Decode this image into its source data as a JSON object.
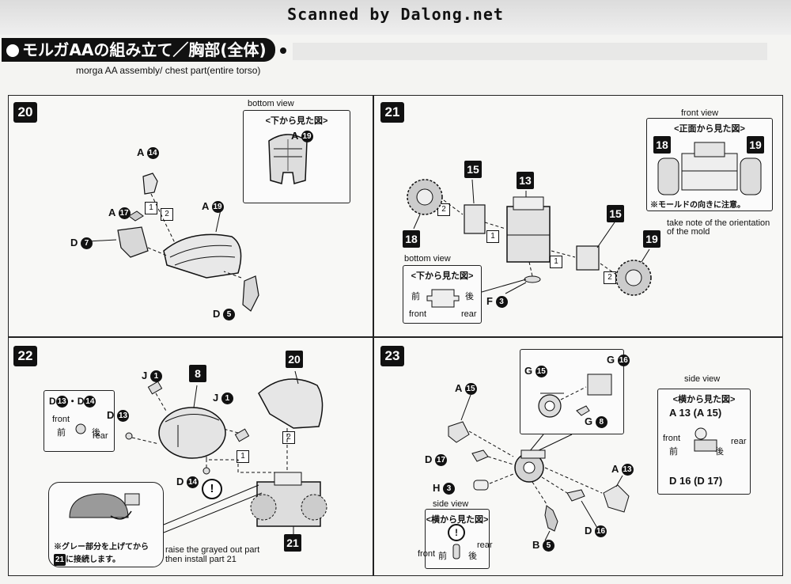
{
  "header": {
    "scan_credit": "Scanned by Dalong.net",
    "title_jp": "モルガAAの組み立て／胸部(全体)",
    "subtitle": "morga AA assembly/ chest part(entire torso)"
  },
  "steps": {
    "s20": {
      "number": "20",
      "bottom_view_en": "bottom view",
      "bottom_view_jp": "<下から見た図>",
      "inset_part": {
        "letter": "A",
        "num": "19"
      },
      "parts": [
        {
          "letter": "A",
          "num": "14"
        },
        {
          "letter": "A",
          "num": "17"
        },
        {
          "letter": "A",
          "num": "19"
        },
        {
          "letter": "D",
          "num": "7"
        },
        {
          "letter": "D",
          "num": "5"
        }
      ],
      "order": [
        "1",
        "2"
      ]
    },
    "s21": {
      "number": "21",
      "front_view_en": "front view",
      "front_view_jp": "<正面から見た図>",
      "mold_note_jp": "※モールドの向きに注意。",
      "mold_note_en": "take note of the orientation of the mold",
      "inset_parts": [
        "18",
        "19"
      ],
      "parts": [
        "15",
        "13",
        "18",
        "15",
        "19"
      ],
      "bottom_view_en": "bottom view",
      "bottom_view_jp": "<下から見た図>",
      "front_jp": "前",
      "rear_jp": "後",
      "front_en": "front",
      "rear_en": "rear",
      "f_part": {
        "letter": "F",
        "num": "3"
      },
      "order": [
        "2",
        "1",
        "1",
        "2"
      ]
    },
    "s22": {
      "number": "22",
      "inset_label": {
        "l1": "D",
        "n1": "13",
        "sep": "・",
        "l2": "D",
        "n2": "14"
      },
      "front_en": "front",
      "front_jp": "前",
      "rear_en": "rear",
      "rear_jp": "後",
      "parts": [
        {
          "letter": "J",
          "num": "1"
        },
        {
          "letter": "J",
          "num": "1"
        },
        {
          "letter": "D",
          "num": "13"
        },
        {
          "letter": "D",
          "num": "14"
        }
      ],
      "part_8": "8",
      "part_20": "20",
      "part_21": "21",
      "note_jp_line1": "※グレー部分を上げてから",
      "note_jp_num": "21",
      "note_jp_line2": "に接続します。",
      "note_en": "raise the grayed out part then install part 21",
      "order": [
        "1",
        "2"
      ]
    },
    "s23": {
      "number": "23",
      "side_view_en": "side view",
      "side_view_jp": "<横から見た図>",
      "side_top": "A 13 (A 15)",
      "side_bottom": "D 16 (D 17)",
      "front_en": "front",
      "front_jp": "前",
      "rear_en": "rear",
      "rear_jp": "後",
      "parts": [
        {
          "letter": "A",
          "num": "15"
        },
        {
          "letter": "G",
          "num": "15"
        },
        {
          "letter": "G",
          "num": "16"
        },
        {
          "letter": "G",
          "num": "8"
        },
        {
          "letter": "D",
          "num": "17"
        },
        {
          "letter": "H",
          "num": "3"
        },
        {
          "letter": "A",
          "num": "13"
        },
        {
          "letter": "D",
          "num": "16"
        },
        {
          "letter": "B",
          "num": "5"
        }
      ],
      "side_view2_en": "side view",
      "side_view2_jp": "<横から見た図>",
      "front2_en": "front",
      "front2_jp": "前",
      "rear2_en": "rear",
      "rear2_jp": "後"
    }
  }
}
